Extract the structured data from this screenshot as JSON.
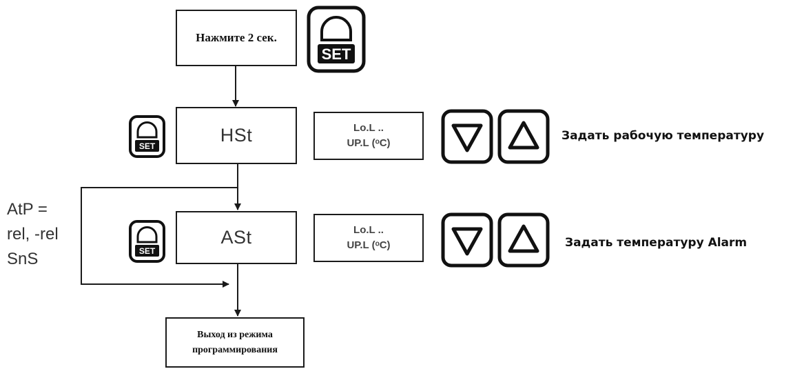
{
  "start_box": {
    "text": "Нажмите 2 сек."
  },
  "hst_row": {
    "parameter": "HSt",
    "range_line1": "Lo.L ..",
    "range_line2": "UP.L (ᵒC)",
    "description": "Задать рабочую температуру"
  },
  "ast_row": {
    "parameter": "ASt",
    "range_line1": "Lo.L ..",
    "range_line2": "UP.L (ᵒC)",
    "description": "Задать температуру Alarm"
  },
  "atp_note": {
    "line1": "AtP =",
    "line2": "rel, -rel",
    "line3": "SnS"
  },
  "exit_box": {
    "line1": "Выход из режима",
    "line2": "программирования"
  },
  "keys": {
    "set_label": "SET",
    "down_icon": "triangle-down-icon",
    "up_icon": "triangle-up-icon"
  },
  "colors": {
    "line": "#1a1a1a",
    "key_border": "#111111",
    "text_gray": "#333333"
  }
}
